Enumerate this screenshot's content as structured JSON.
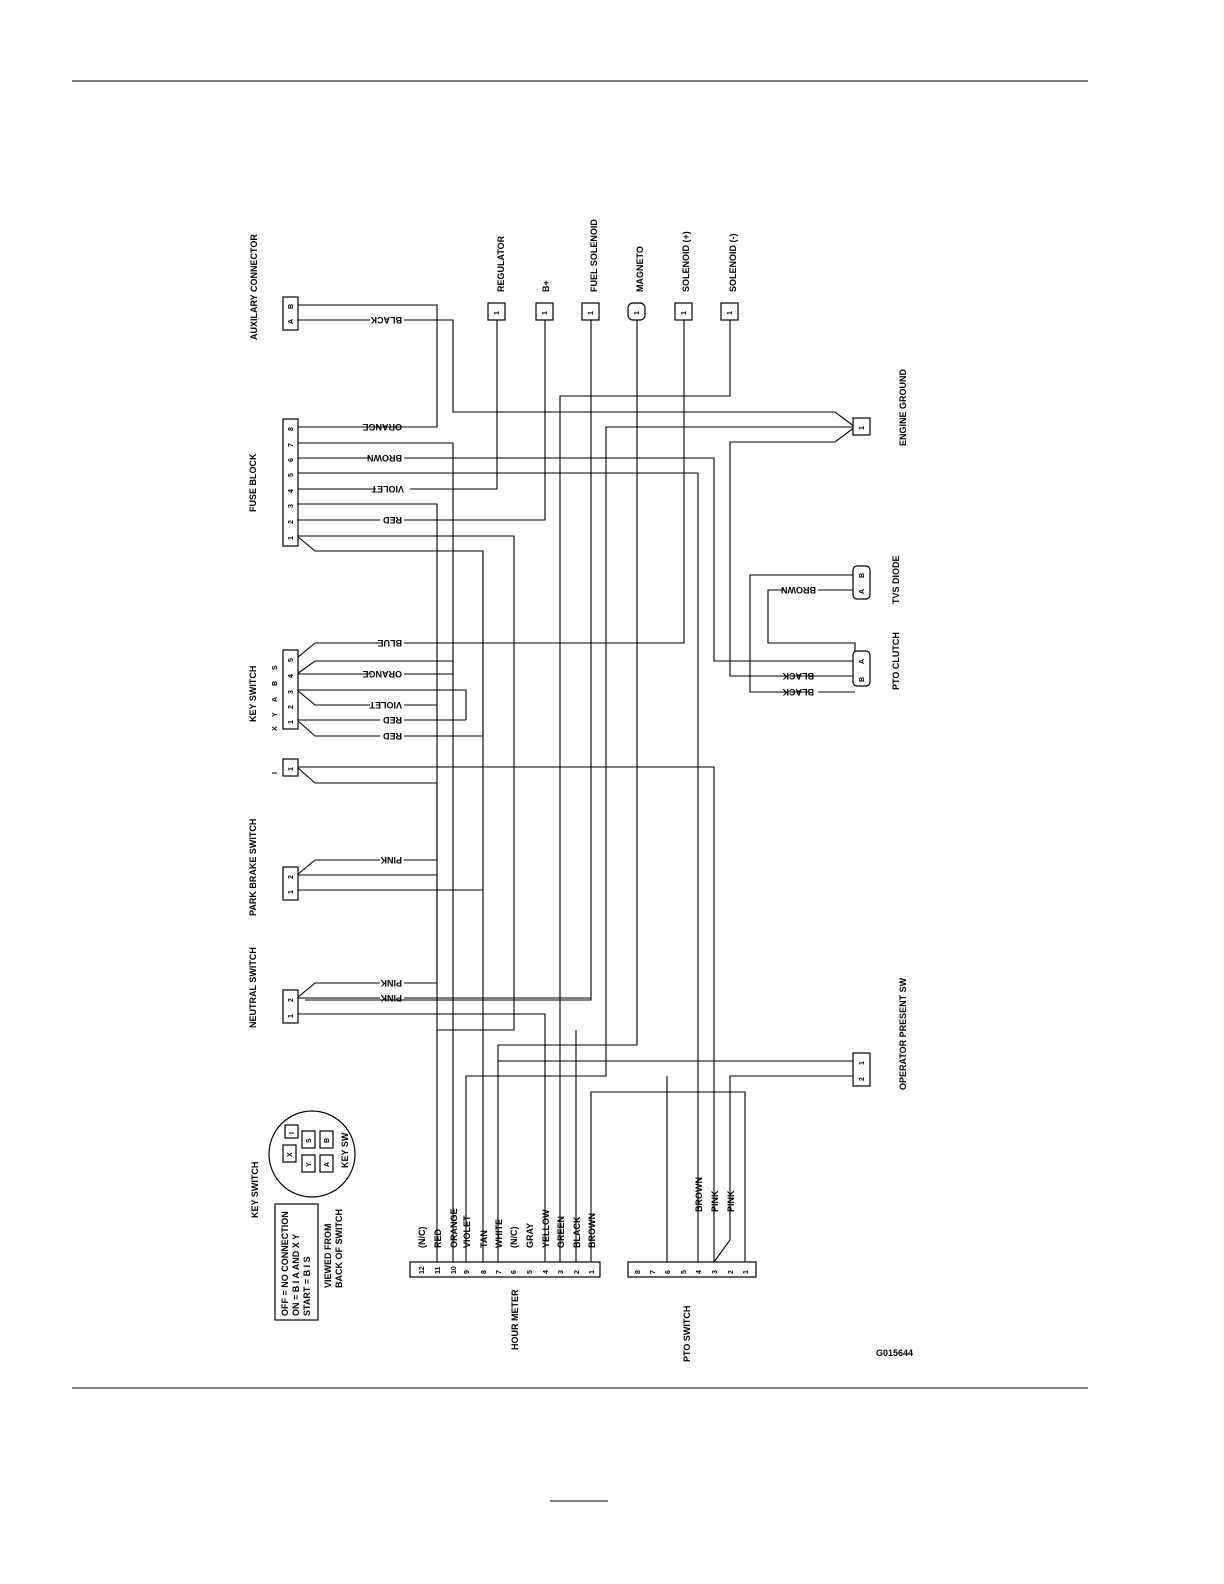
{
  "components": {
    "auxiliary_connector": "AUXILARY CONNECTOR",
    "fuse_block": "FUSE BLOCK",
    "key_switch": "KEY SWITCH",
    "park_brake_switch": "PARK BRAKE SWITCH",
    "neutral_switch": "NEUTRAL SWITCH",
    "regulator": "REGULATOR",
    "b_plus": "B+",
    "fuel_solenoid": "FUEL SOLENOID",
    "magneto": "MAGNETO",
    "solenoid_plus": "SOLENOID (+)",
    "solenoid_minus": "SOLENOID (-)",
    "engine_ground": "ENGINE GROUND",
    "tvs_diode": "TVS DIODE",
    "pto_clutch": "PTO CLUTCH",
    "operator_present_sw": "OPERATOR PRESENT SW",
    "hour_meter": "HOUR METER",
    "pto_switch": "PTO SWITCH",
    "key_switch_detail": "KEY SWITCH",
    "key_sw": "KEY SW"
  },
  "key_switch_legend": {
    "off": "OFF    = NO CONNECTION",
    "on": "ON      = B I A AND X Y",
    "start": "START = B I S",
    "viewed_from": "VIEWED FROM",
    "back_of_switch": "BACK OF SWITCH"
  },
  "key_switch_letters": [
    "X",
    "Y",
    "A",
    "B",
    "S"
  ],
  "key_detail_letters": [
    "X",
    "I",
    "Y",
    "S",
    "A",
    "B"
  ],
  "wire_labels": {
    "black_aux": "BLACK",
    "orange_fuse": "ORANGE",
    "brown_fuse": "BROWN",
    "violet_fuse": "VIOLET",
    "red_fuse": "RED",
    "blue_key": "BLUE",
    "orange_key": "ORANGE",
    "violet_key": "VIOLET",
    "red_key_1": "RED",
    "red_key_2": "RED",
    "pink_park": "PINK",
    "pink_neutral_1": "PINK",
    "pink_neutral_2": "PINK",
    "brown_tvs": "BROWN",
    "black_pto_1": "BLACK",
    "black_pto_2": "BLACK"
  },
  "hour_meter_pins": [
    "12",
    "11",
    "10",
    "9",
    "8",
    "7",
    "6",
    "5",
    "4",
    "3",
    "2",
    "1"
  ],
  "hour_meter_wires": [
    "(N/C)",
    "RED",
    "ORANGE",
    "VIOLET",
    "TAN",
    "WHITE",
    "(N/C)",
    "GRAY",
    "YELLOW",
    "GREEN",
    "BLACK",
    "BROWN"
  ],
  "pto_switch_pins": [
    "8",
    "7",
    "6",
    "5",
    "4",
    "3",
    "2",
    "1"
  ],
  "pto_switch_wires": [
    "BROWN",
    "PINK",
    "PINK"
  ],
  "figure_id": "G015644"
}
